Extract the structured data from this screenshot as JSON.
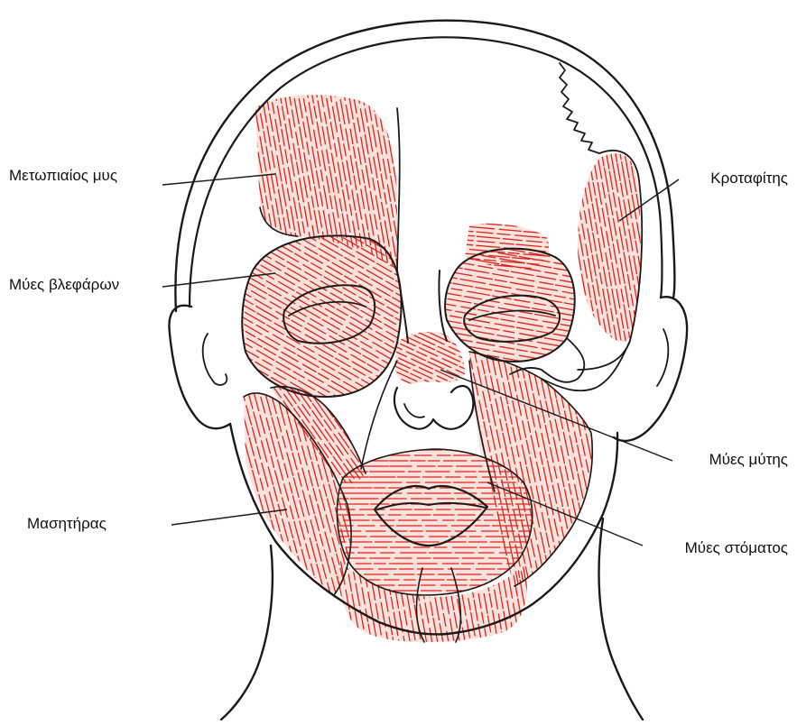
{
  "labels": {
    "frontalis": "Μετωπιαίος μυς",
    "eyelids": "Μύες βλεφάρων",
    "masseter": "Μασητήρας",
    "temporalis": "Κροταφίτης",
    "nose": "Μύες μύτης",
    "mouth": "Μύες στόματος"
  },
  "colors": {
    "muscle": "#d7271f",
    "muscle_fill": "#fbe2dc",
    "outline": "#1a1a1a",
    "background": "#ffffff"
  }
}
